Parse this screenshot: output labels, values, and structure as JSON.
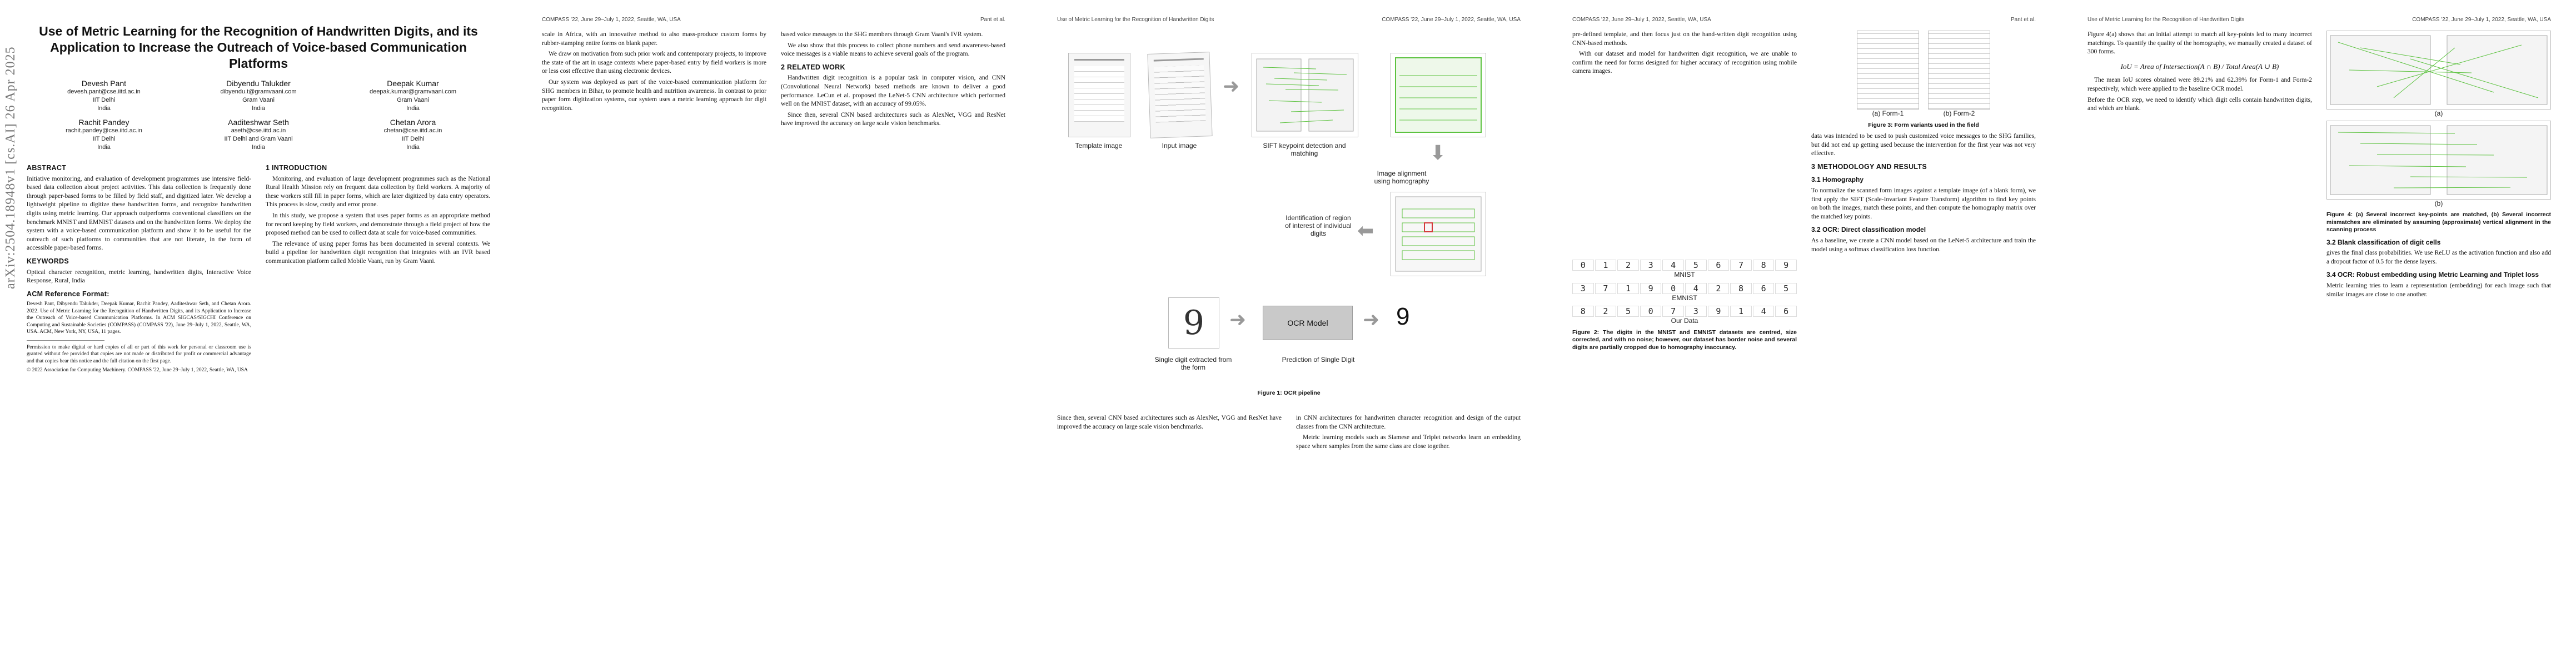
{
  "meta": {
    "arxiv_id": "arXiv:2504.18948v1 [cs.AI] 26 Apr 2025",
    "running_left_p2": "COMPASS '22, June 29–July 1, 2022, Seattle, WA, USA",
    "running_right_p2": "Pant et al.",
    "running_left_p3": "Use of Metric Learning for the Recognition of Handwritten Digits",
    "running_right_p3": "COMPASS '22, June 29–July 1, 2022, Seattle, WA, USA",
    "running_left_p4": "COMPASS '22, June 29–July 1, 2022, Seattle, WA, USA",
    "running_right_p4": "Pant et al.",
    "running_left_p5": "Use of Metric Learning for the Recognition of Handwritten Digits",
    "running_right_p5": "COMPASS '22, June 29–July 1, 2022, Seattle, WA, USA"
  },
  "paper": {
    "title": "Use of Metric Learning for the Recognition of Handwritten Digits, and its Application to Increase the Outreach of Voice-based Communication Platforms",
    "authors": [
      {
        "name": "Devesh Pant",
        "email": "devesh.pant@cse.iitd.ac.in",
        "aff1": "IIT Delhi",
        "aff2": "India"
      },
      {
        "name": "Dibyendu Talukder",
        "email": "dibyendu.t@gramvaani.com",
        "aff1": "Gram Vaani",
        "aff2": "India"
      },
      {
        "name": "Deepak Kumar",
        "email": "deepak.kumar@gramvaani.com",
        "aff1": "Gram Vaani",
        "aff2": "India"
      },
      {
        "name": "Rachit Pandey",
        "email": "rachit.pandey@cse.iitd.ac.in",
        "aff1": "IIT Delhi",
        "aff2": "India"
      },
      {
        "name": "Aaditeshwar Seth",
        "email": "aseth@cse.iitd.ac.in",
        "aff1": "IIT Delhi and Gram Vaani",
        "aff2": "India"
      },
      {
        "name": "Chetan Arora",
        "email": "chetan@cse.iitd.ac.in",
        "aff1": "IIT Delhi",
        "aff2": "India"
      }
    ],
    "abstract_heading": "ABSTRACT",
    "abstract": "Initiative monitoring, and evaluation of development programmes use intensive field-based data collection about project activities. This data collection is frequently done through paper-based forms to be filled by field staff, and digitized later. We develop a lightweight pipeline to digitize these handwritten forms, and recognize handwritten digits using metric learning. Our approach outperforms conventional classifiers on the benchmark MNIST and EMNIST datasets and on the handwritten forms. We deploy the system with a voice-based communication platform and show it to be useful for the outreach of such platforms to communities that are not literate, in the form of accessible paper-based forms.",
    "keywords_heading": "KEYWORDS",
    "keywords": "Optical character recognition, metric learning, handwritten digits, Interactive Voice Response, Rural, India",
    "acm_ref_heading": "ACM Reference Format:",
    "acm_ref": "Devesh Pant, Dibyendu Talukder, Deepak Kumar, Rachit Pandey, Aaditeshwar Seth, and Chetan Arora. 2022. Use of Metric Learning for the Recognition of Handwritten Digits, and its Application to Increase the Outreach of Voice-based Communication Platforms. In ACM SIGCAS/SIGCHI Conference on Computing and Sustainable Societies (COMPASS) (COMPASS '22), June 29–July 1, 2022, Seattle, WA, USA. ACM, New York, NY, USA, 11 pages.",
    "permission": "Permission to make digital or hard copies of all or part of this work for personal or classroom use is granted without fee provided that copies are not made or distributed for profit or commercial advantage and that copies bear this notice and the full citation on the first page.",
    "copyright": "© 2022 Association for Computing Machinery. COMPASS '22, June 29–July 1, 2022, Seattle, WA, USA",
    "intro_heading": "1 INTRODUCTION",
    "intro_p1": "Monitoring, and evaluation of large development programmes such as the National Rural Health Mission rely on frequent data collection by field workers. A majority of these workers still fill in paper forms, which are later digitized by data entry operators. This process is slow, costly and error prone.",
    "intro_p2": "In this study, we propose a system that uses paper forms as an appropriate method for record keeping by field workers, and demonstrate through a field project of how the proposed method can be used to collect data at scale for voice-based communities.",
    "intro_p3": "The relevance of using paper forms has been documented in several contexts. We build a pipeline for handwritten digit recognition that integrates with an IVR based communication platform called Mobile Vaani, run by Gram Vaani.",
    "p2_col1_p1": "scale in Africa, with an innovative method to also mass-produce custom forms by rubber-stamping entire forms on blank paper.",
    "p2_col1_p2": "We draw on motivation from such prior work and contemporary projects, to improve the state of the art in usage contexts where paper-based entry by field workers is more or less cost effective than using electronic devices.",
    "p2_col1_p3": "Our system was deployed as part of the voice-based communication platform for SHG members in Bihar, to promote health and nutrition awareness. In contrast to prior paper form digitization systems, our system uses a metric learning approach for digit recognition.",
    "p2_col2_p1": "based voice messages to the SHG members through Gram Vaani's IVR system.",
    "p2_col2_p2": "We also show that this process to collect phone numbers and send awareness-based voice messages is a viable means to achieve several goals of the program.",
    "related_heading": "2 RELATED WORK",
    "related_p1": "Handwritten digit recognition is a popular task in computer vision, and CNN (Convolutional Neural Network) based methods are known to deliver a good performance. LeCun et al. proposed the LeNet-5 CNN architecture which performed well on the MNIST dataset, with an accuracy of 99.05%.",
    "related_p2": "Since then, several CNN based architectures such as AlexNet, VGG and ResNet have improved the accuracy on large scale vision benchmarks.",
    "fig1_caption": "Figure 1: OCR pipeline",
    "p3_col2_p1": "in CNN architectures for handwritten character recognition and design of the output classes from the CNN architecture.",
    "p3_col2_p2": "Metric learning models such as Siamese and Triplet networks learn an embedding space where samples from the same class are close together.",
    "p4_col1_p1": "pre-defined template, and then focus just on the hand-written digit recognition using CNN-based methods.",
    "p4_col1_p2": "With our dataset and model for handwritten digit recognition, we are unable to confirm the need for forms designed for higher accuracy of recognition using mobile camera images.",
    "fig2_caption": "Figure 2: The digits in the MNIST and EMNIST datasets are centred, size corrected, and with no noise; however, our dataset has border noise and several digits are partially cropped due to homography inaccuracy.",
    "p4_col2_p1": "data was intended to be used to push customized voice messages to the SHG families, but did not end up getting used because the intervention for the first year was not very effective.",
    "fig3_caption": "Figure 3: Form variants used in the field",
    "methodology_heading": "3 METHODOLOGY AND RESULTS",
    "homography_heading": "3.1 Homography",
    "homography_p1": "To normalize the scanned form images against a template image (of a blank form), we first apply the SIFT (Scale-Invariant Feature Transform) algorithm to find key points on both the images, match these points, and then compute the homography matrix over the matched key points.",
    "ocr_direct_heading": "3.2 OCR: Direct classification model",
    "ocr_direct_p1": "As a baseline, we create a CNN model based on the LeNet-5 architecture and train the model using a softmax classification loss function.",
    "p5_col1_p1": "Figure 4(a) shows that an initial attempt to match all key-points led to many incorrect matchings. To quantify the quality of the homography, we manually created a dataset of 300 forms.",
    "iou_formula": "IoU = Area of Intersection(A ∩ B) / Total Area(A ∪ B)",
    "p5_col1_p2": "The mean IoU scores obtained were 89.21% and 62.39% for Form-1 and Form-2 respectively, which were applied to the baseline OCR model.",
    "fig4_caption": "Figure 4: (a) Several incorrect key-points are matched, (b) Several incorrect mismatches are eliminated by assuming (approximate) vertical alignment in the scanning process",
    "blank_heading": "3.2 Blank classification of digit cells",
    "blank_p1": "Before the OCR step, we need to identify which digit cells contain handwritten digits, and which are blank.",
    "p5_col2_p1": "gives the final class probabilities. We use ReLU as the activation function and also add a dropout factor of 0.5 for the dense layers.",
    "metric_heading": "3.4 OCR: Robust embedding using Metric Learning and Triplet loss",
    "metric_p1": "Metric learning tries to learn a representation (embedding) for each image such that similar images are close to one another."
  },
  "labels": {
    "template_image": "Template image",
    "input_image": "Input image",
    "sift": "SIFT keypoint detection and matching",
    "alignment": "Image alignment using homography",
    "roi": "Identification of region of interest of individual digits",
    "single_digit": "Single digit extracted from the form",
    "ocr_model": "OCR Model",
    "prediction": "Prediction of Single Digit",
    "predicted_digit": "9",
    "fig2_mnist": "MNIST",
    "fig2_emnist": "EMNIST",
    "fig2_ours": "Our Data",
    "fig3_a": "(a) Form-1",
    "fig3_b": "(b) Form-2",
    "fig4_a": "(a)",
    "fig4_b": "(b)"
  },
  "colors": {
    "green": "#5cc23f",
    "red": "#d23a3a",
    "gray_arrow": "#a8a8a8"
  }
}
